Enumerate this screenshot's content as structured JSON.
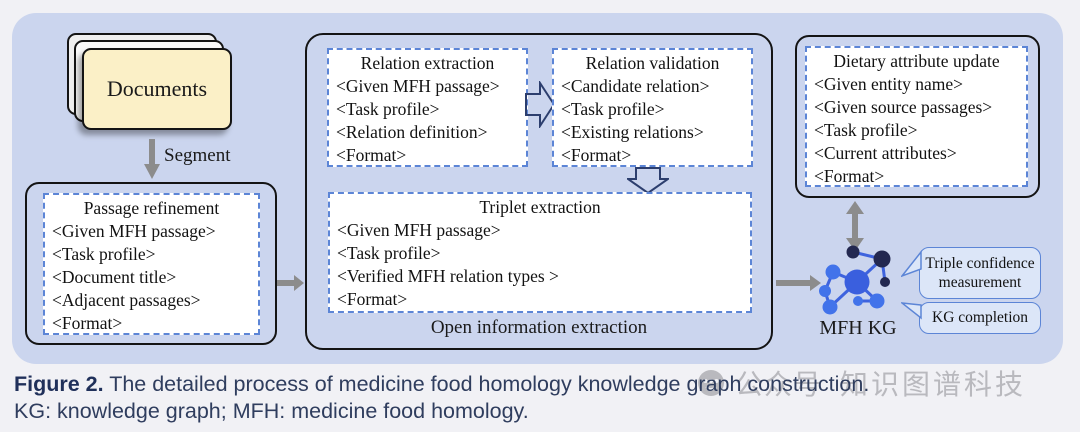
{
  "figure": {
    "documents_label": "Documents",
    "segment_label": "Segment",
    "passage_refinement": {
      "title": "Passage refinement",
      "items": [
        "<Given MFH passage>",
        "<Task profile>",
        "<Document title>",
        "<Adjacent passages>",
        "<Format>"
      ]
    },
    "oie": {
      "label": "Open information extraction",
      "relation_extraction": {
        "title": "Relation extraction",
        "items": [
          "<Given MFH passage>",
          "<Task profile>",
          "<Relation definition>",
          "<Format>"
        ]
      },
      "relation_validation": {
        "title": "Relation validation",
        "items": [
          "<Candidate relation>",
          "<Task profile>",
          "<Existing relations>",
          "<Format>"
        ]
      },
      "triplet_extraction": {
        "title": "Triplet extraction",
        "items": [
          "<Given MFH passage>",
          "<Task profile>",
          "<Verified MFH relation types >",
          "<Format>"
        ]
      }
    },
    "dietary": {
      "title": "Dietary attribute update",
      "items": [
        "<Given entity name>",
        "<Given source passages>",
        "<Task profile>",
        "<Current attributes>",
        "<Format>"
      ]
    },
    "kg_label": "MFH KG",
    "callouts": [
      "Triple confidence measurement",
      "KG completion"
    ]
  },
  "caption": {
    "prefix": "Figure 2.",
    "line1_rest": " The detailed process of medicine food homology knowledge graph construction.",
    "line2": "KG: knowledge graph; MFH: medicine food homology."
  },
  "watermark": {
    "account": "公众号",
    "name": "知识图谱科技",
    "icon": "wechat-icon"
  },
  "colors": {
    "panel_bg": "#CBD5EE",
    "dashed_border": "#5C85D6",
    "box_border": "#141414",
    "arrow_gray": "#8C8C8C",
    "hollow_arrow_outline": "#2C3E6E",
    "document_fill": "#FBF0C7",
    "kg_blue": "#3A5FDE",
    "kg_dark": "#232850",
    "callout_bg": "#DCE6F8",
    "caption_color": "#2F3D5E",
    "watermark_gray": "#B2B2B6"
  }
}
